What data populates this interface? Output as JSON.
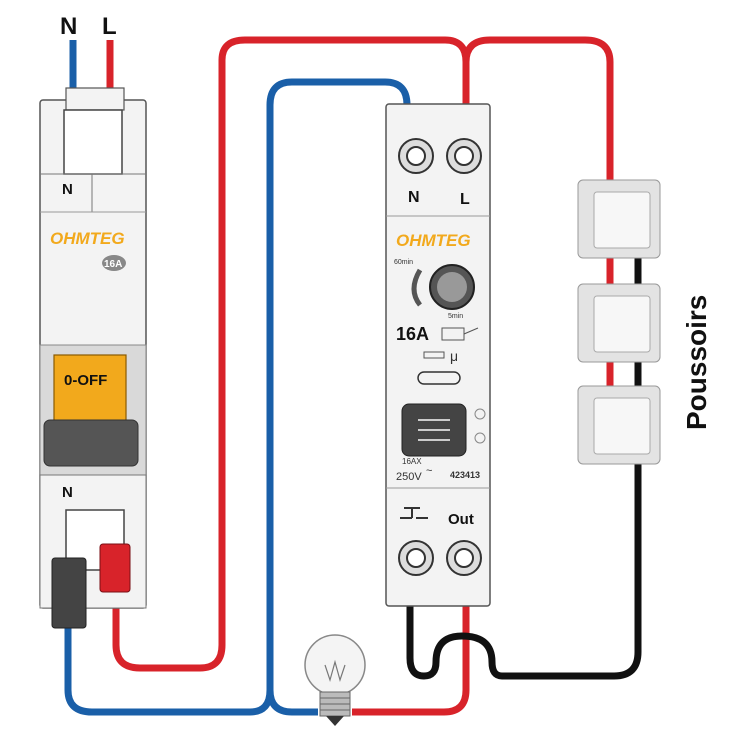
{
  "supply": {
    "neutral_label": "N",
    "line_label": "L"
  },
  "breaker": {
    "top_terminal_label": "N",
    "brand": "OHMTEG",
    "rating_badge": "16A",
    "handle_label": "0-OFF",
    "bottom_terminal_label": "N"
  },
  "timer": {
    "terminal_n_label": "N",
    "terminal_l_label": "L",
    "brand": "OHMTEG",
    "dial_max_label": "60min",
    "dial_min_label": "5min",
    "rating_label": "16A",
    "micro_symbol": "μ",
    "spec_current": "16AX",
    "spec_voltage": "250V",
    "spec_ac_symbol": "~",
    "reference": "423413",
    "output_label": "Out"
  },
  "pushbuttons": {
    "label": "Poussoirs",
    "count": 3
  },
  "colors": {
    "neutral_wire": "#1a5fa8",
    "live_wire": "#d8232a",
    "switched_wire": "#111111",
    "handle": "#f2a91c",
    "brand": "#f2a91c"
  }
}
